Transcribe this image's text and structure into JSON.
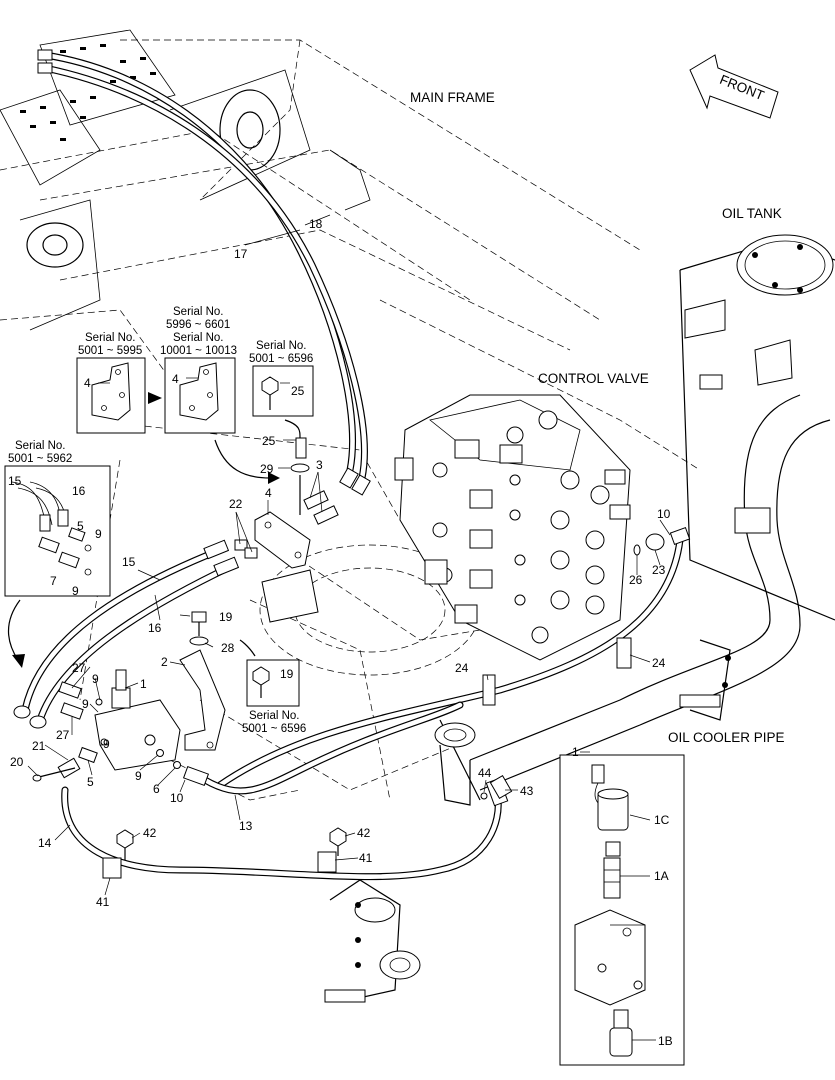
{
  "labels": {
    "main_frame": "MAIN FRAME",
    "front": "FRONT",
    "oil_tank": "OIL TANK",
    "control_valve": "CONTROL VALVE",
    "oil_cooler_pipe": "OIL COOLER PIPE"
  },
  "serial_boxes": {
    "a_title": "Serial No.",
    "a_range": "5001 ~ 5995",
    "b_title1": "Serial No.",
    "b_range1": "5996 ~ 6601",
    "b_title2": "Serial No.",
    "b_range2": "10001 ~ 10013",
    "c_title": "Serial No.",
    "c_range": "5001 ~ 6596",
    "d_title": "Serial No.",
    "d_range": "5001 ~ 5962",
    "e_title": "Serial No.",
    "e_range": "5001 ~ 6596"
  },
  "callouts": {
    "c1": "1",
    "c1a": "1A",
    "c1b": "1B",
    "c1c": "1C",
    "c2": "2",
    "c3": "3",
    "c4a": "4",
    "c4b": "4",
    "c4c": "4",
    "c5a": "5",
    "c5b": "5",
    "c6": "6",
    "c7": "7",
    "c9a": "9",
    "c9b": "9",
    "c9c": "9",
    "c9d": "9",
    "c9e": "9",
    "c9f": "9",
    "c10a": "10",
    "c10b": "10",
    "c13": "13",
    "c14": "14",
    "c15a": "15",
    "c15b": "15",
    "c16a": "16",
    "c16b": "16",
    "c17": "17",
    "c18": "18",
    "c19a": "19",
    "c19b": "19",
    "c20": "20",
    "c21": "21",
    "c22": "22",
    "c23": "23",
    "c24a": "24",
    "c24b": "24",
    "c25a": "25",
    "c25b": "25",
    "c26": "26",
    "c27a": "27",
    "c27b": "27",
    "c28": "28",
    "c29": "29",
    "c41a": "41",
    "c41b": "41",
    "c42a": "42",
    "c42b": "42",
    "c43": "43",
    "c44": "44",
    "c1box": "1"
  }
}
